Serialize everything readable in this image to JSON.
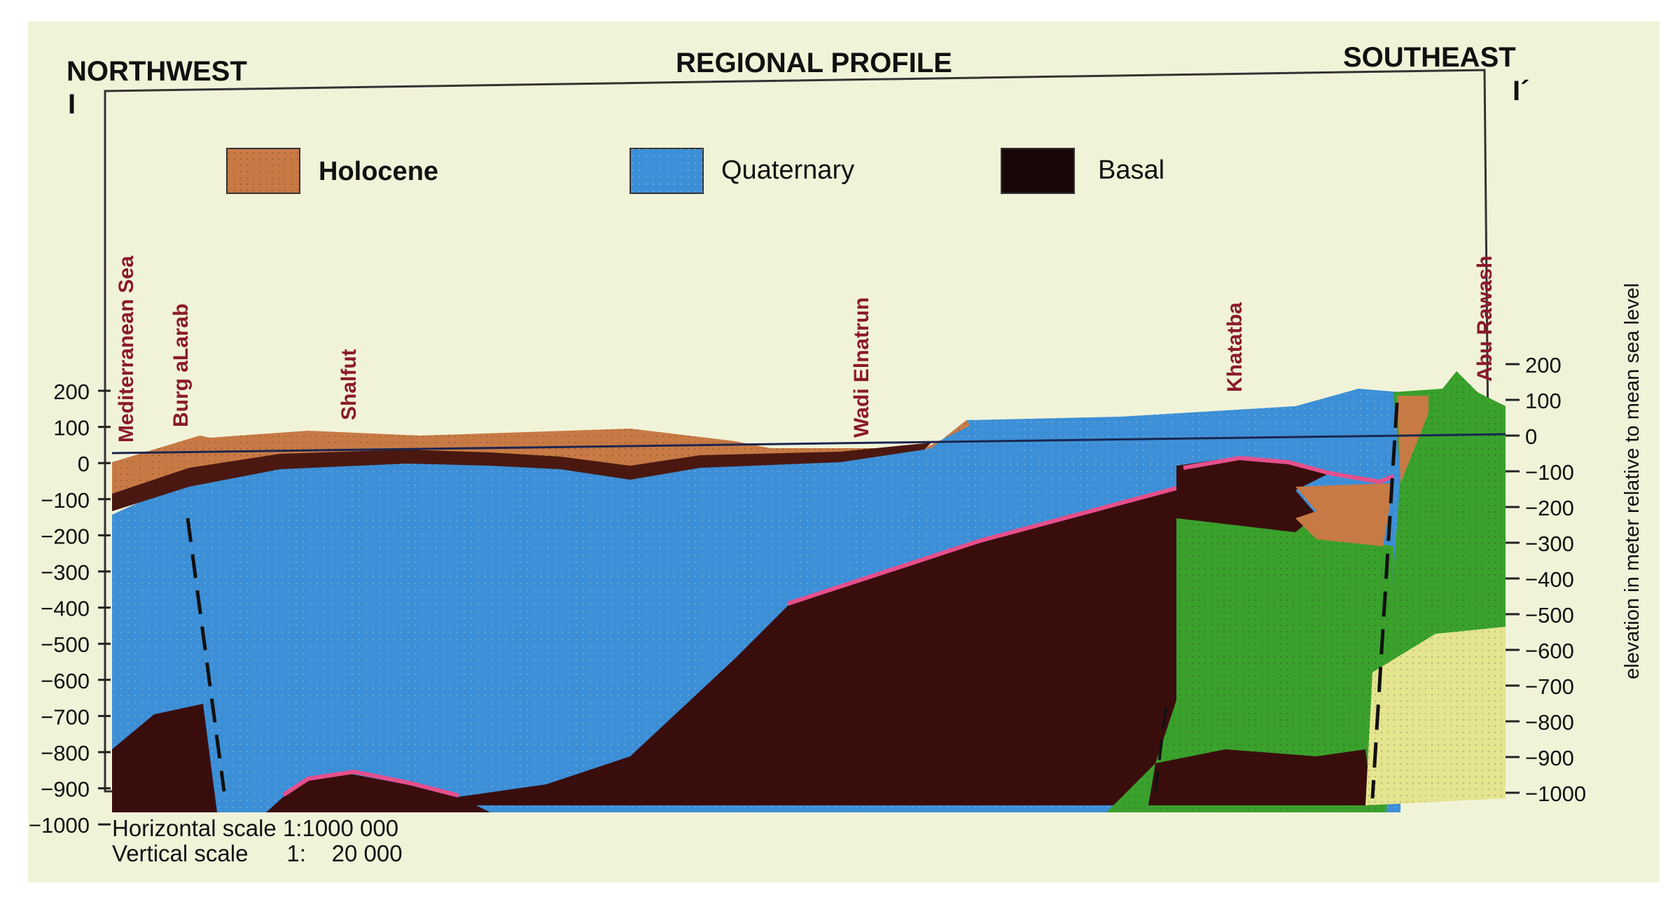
{
  "header": {
    "left_direction": "NORTHWEST",
    "left_marker": "I",
    "title": "REGIONAL PROFILE",
    "right_direction": "SOUTHEAST",
    "right_marker": "I´"
  },
  "legend": [
    {
      "label": "Holocene",
      "color": "#c87a45"
    },
    {
      "label": "Quaternary",
      "color": "#3c8fd6"
    },
    {
      "label": "Basal",
      "color": "#1a0707"
    }
  ],
  "left_axis": {
    "ticks": [
      "200",
      "100",
      "0",
      "−100",
      "−200",
      "−300",
      "−400",
      "−500",
      "−600",
      "−700",
      "−800",
      "−900",
      "−1000"
    ]
  },
  "right_axis": {
    "ticks": [
      "200",
      "100",
      "0",
      "−100",
      "−200",
      "−300",
      "−400",
      "−500",
      "−600",
      "−700",
      "−800",
      "−900",
      "−1000"
    ],
    "label": "elevation in meter relative to mean sea level"
  },
  "places": [
    "Mediterranean Sea",
    "Burg aLarab",
    "Shalfut",
    "Wadi Elnatrun",
    "Khatatba",
    "Abu Rawash"
  ],
  "scale": {
    "horizontal": "Horizontal scale 1:1000 000",
    "vertical": "Vertical scale      1:    20 000"
  },
  "colors": {
    "background": "#f1f3d9",
    "holocene": "#c87a45",
    "quaternary": "#3c8fd6",
    "basal": "#3a0d0d",
    "pink_contact": "#e5508c",
    "green_unit": "#3aa12c",
    "yellow_unit": "#e5e48f"
  }
}
